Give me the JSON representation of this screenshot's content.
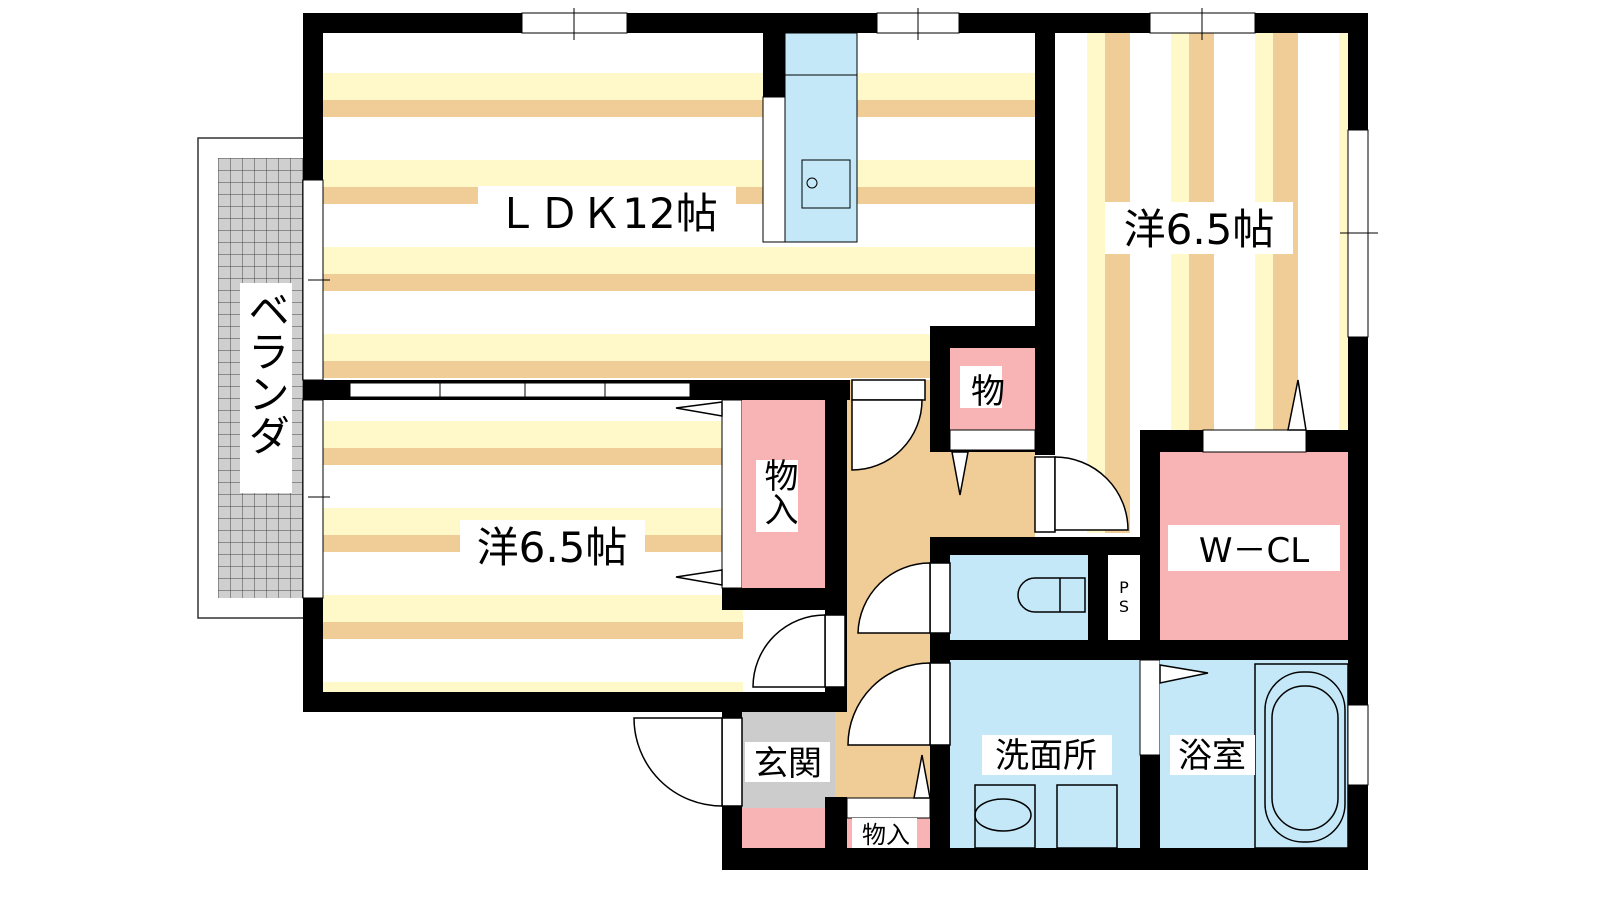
{
  "rooms": {
    "ldk": "ＬＤＫ12帖",
    "bedroom_right": "洋6.5帖",
    "bedroom_left": "洋6.5帖",
    "closet_left": "物入",
    "storage_small": "物",
    "wcl": "W－CL",
    "ps": "PS",
    "washroom": "洗面所",
    "bathroom": "浴室",
    "entrance": "玄関",
    "closet_entrance": "物入",
    "veranda": "ベランダ"
  },
  "colors": {
    "wall": "#000000",
    "floor_yellow": "#fff8c8",
    "floor_tan": "#f0cc96",
    "storage_pink": "#f8b4b4",
    "wet_blue": "#c4e8f8",
    "entrance_gray": "#cccccc"
  }
}
